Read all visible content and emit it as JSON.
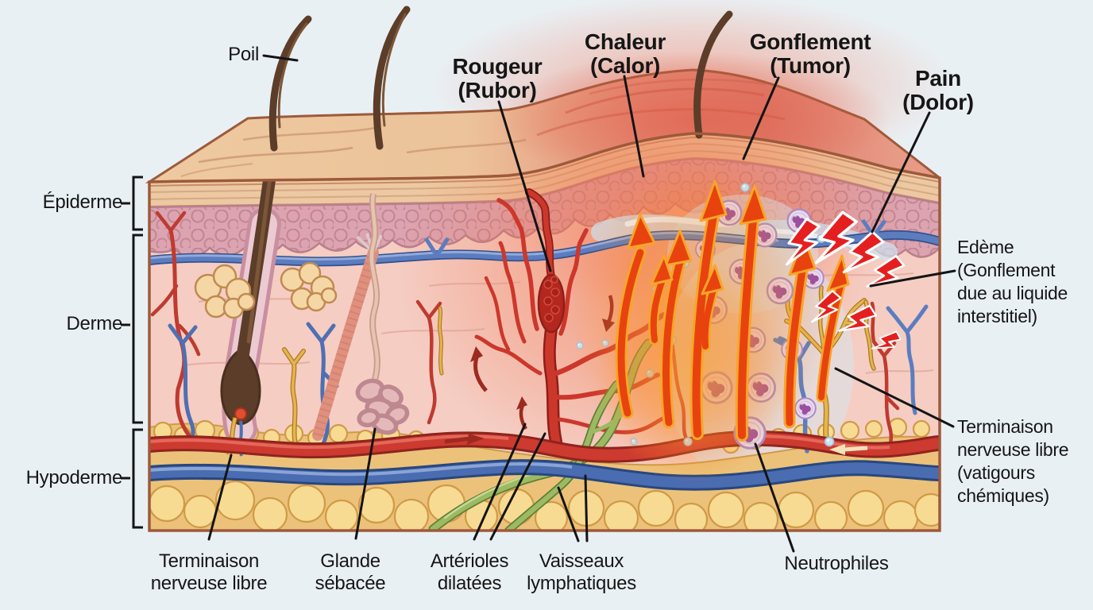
{
  "background": "#e9f0f4",
  "palette": {
    "skin_top": "#eec9a0",
    "inflamed_skin": "#df7e6f",
    "epidermis": "#dba4b0",
    "dermis": "#f5cdc3",
    "fat": "#f7db92",
    "artery_red": "#cd3a30",
    "vein_blue": "#4a6cb0",
    "lymph_green": "#9cba62",
    "nerve_yellow": "#e6b44e",
    "neutrophil_purple": "#9a4fa0",
    "heat_arrow_orange": "#e8430e",
    "lightning_red": "#e51f1f",
    "label_text": "#161616"
  },
  "labels": {
    "poil": {
      "text": "Poil"
    },
    "epiderme": {
      "text": "Épiderme"
    },
    "derme": {
      "text": "Derme"
    },
    "hypoderme": {
      "text": "Hypoderme"
    },
    "rougeur": {
      "line1": "Rougeur",
      "line2": "(Rubor)"
    },
    "chaleur": {
      "line1": "Chaleur",
      "line2": "(Calor)"
    },
    "gonflement": {
      "line1": "Gonflement",
      "line2": "(Tumor)"
    },
    "pain": {
      "line1": "Pain",
      "line2": "(Dolor)"
    },
    "edeme": {
      "line1": "Edème",
      "line2": "(Gonflement",
      "line3": "due au liquide",
      "line4": "interstitiel)"
    },
    "terminaison_droite": {
      "line1": "Terminaison",
      "line2": "nerveuse libre",
      "line3": "(vatigours",
      "line4": "chémiques)"
    },
    "terminaison_bas": {
      "line1": "Terminaison",
      "line2": "nerveuse libre"
    },
    "glande_sebacee": {
      "line1": "Glande",
      "line2": "sébacée"
    },
    "arterioles": {
      "line1": "Artérioles",
      "line2": "dilatées"
    },
    "vaisseaux": {
      "line1": "Vaisseaux",
      "line2": "lymphatiques"
    },
    "neutrophiles": {
      "text": "Neutrophiles"
    }
  }
}
